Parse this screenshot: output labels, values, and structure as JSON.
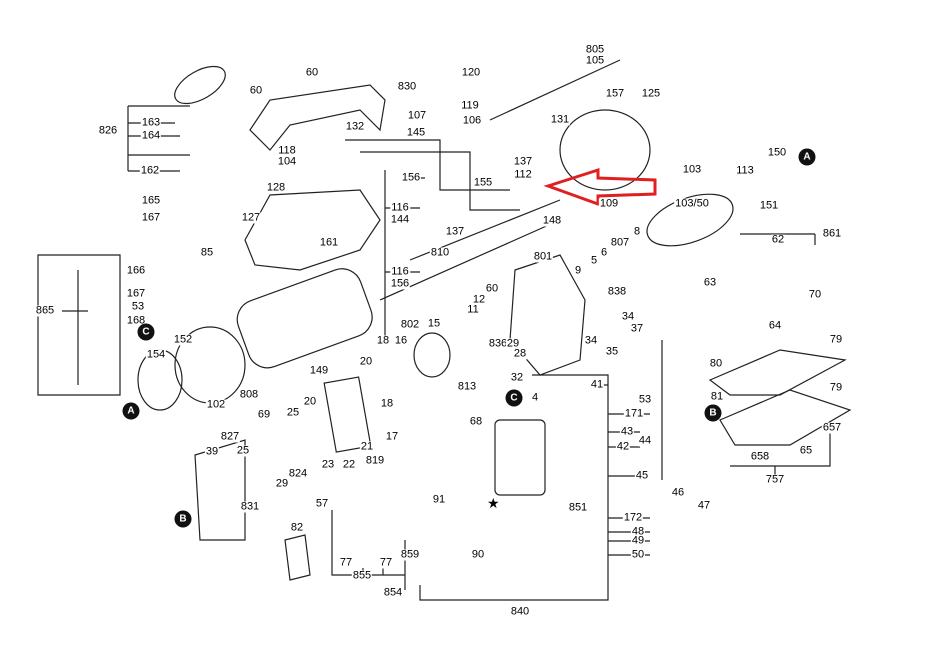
{
  "diagram": {
    "type": "exploded parts diagram",
    "labels": [
      "60",
      "60",
      "830",
      "120",
      "805",
      "105",
      "157",
      "125",
      "826",
      "163",
      "164",
      "119",
      "107",
      "106",
      "131",
      "132",
      "145",
      "118",
      "104",
      "162",
      "137",
      "112",
      "150",
      "103",
      "113",
      "156",
      "155",
      "128",
      "165",
      "116",
      "144",
      "109",
      "103/50",
      "151",
      "148",
      "167",
      "127",
      "137",
      "861",
      "801",
      "161",
      "810",
      "85",
      "8",
      "807",
      "6",
      "5",
      "9",
      "62",
      "166",
      "116",
      "156",
      "60",
      "838",
      "12",
      "11",
      "865",
      "167",
      "53",
      "168",
      "152",
      "802",
      "15",
      "70",
      "63",
      "18",
      "16",
      "34",
      "37",
      "64",
      "79",
      "836",
      "29",
      "28",
      "34",
      "35",
      "20",
      "154",
      "149",
      "813",
      "32",
      "80",
      "808",
      "102",
      "79",
      "41",
      "4",
      "53",
      "171",
      "81",
      "69",
      "25",
      "20",
      "18",
      "21",
      "17",
      "43",
      "657",
      "827",
      "25",
      "39",
      "68",
      "42",
      "44",
      "824",
      "23",
      "22",
      "819",
      "658",
      "65",
      "45",
      "757",
      "29",
      "831",
      "57",
      "91",
      "851",
      "46",
      "47",
      "172",
      "48",
      "82",
      "77",
      "77",
      "859",
      "49",
      "50",
      "90",
      "855",
      "854",
      "840"
    ],
    "markers": [
      "A",
      "A",
      "B",
      "B",
      "C",
      "C"
    ],
    "highlight_color": "#e02020"
  }
}
